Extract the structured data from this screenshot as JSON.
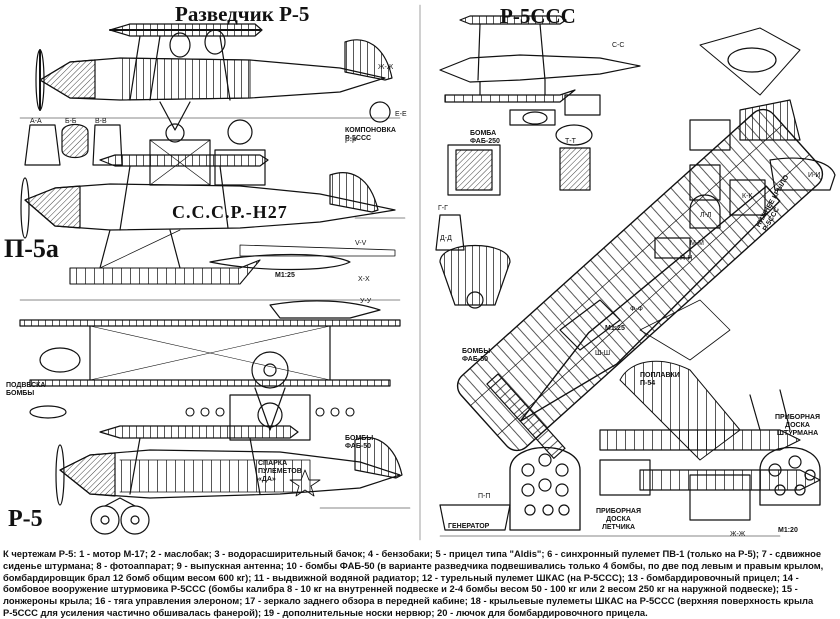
{
  "titles": {
    "razvedchik": "Разведчик Р-5",
    "r5sss": "Р-5ССС",
    "p5a": "П-5а",
    "r5": "Р-5",
    "fuselage_marking": "С.С.С.Р.-Н27"
  },
  "labels": {
    "komponovka": "КОМПОНОВКА\nР-5ССС",
    "podveska": "ПОДВЕСКА\nБОМБЫ",
    "bomby_fab50_left": "БОМБЫ\nФАБ-50",
    "sparka": "СПАРКА\nПУЛЕМЕТОВ\n«ДА»",
    "bomba_fab250": "БОМБА\nФАБ-250",
    "bomby_fab50_right": "БОМБЫ\nФАБ-50",
    "poplavki": "ПОПЛАВКИ\nП-54",
    "nizhnee_krylo": "НИЖНЕЕ КРЫЛО\nР-5ССС",
    "doska_shturmana": "ПРИБОРНАЯ\nДОСКА\nШТУРМАНА",
    "doska_letchika": "ПРИБОРНАЯ\nДОСКА\nЛЕТЧИКА",
    "generator": "ГЕНЕРАТОР",
    "m125_a": "М1:25",
    "m125_b": "М1:25",
    "m120": "М1:20"
  },
  "sections": {
    "a_a": "А-А",
    "b_b": "Б-Б",
    "v_v": "В-В",
    "g_g": "Г-Г",
    "d_d": "Д-Д",
    "zh_zh": "Ж-Ж",
    "s_s": "С-С",
    "r_r": "Р-Р",
    "e_e": "Е-Е",
    "t_t": "Т-Т",
    "i_i": "И-И",
    "k_k": "К-К",
    "l_l": "Л-Л",
    "m_m": "М-М",
    "n_n": "Н-Н",
    "p_p": "П-П",
    "sh_sh": "Ш-Ш",
    "f_f": "Ф-Ф",
    "x_x": "X-X",
    "u_u": "У-У",
    "v_v2": "V-V",
    "zhzh2": "Ж-Ж"
  },
  "caption": "К чертежам Р-5: 1 - мотор М-17; 2 - маслобак; 3 - водорасширительный бачок; 4 - бензобаки; 5 - прицел типа \"Aldis\"; 6 - синхронный пулемет ПВ-1 (только на Р-5); 7 - сдвижное сиденье штурмана; 8 - фотоаппарат; 9 - выпускная антенна; 10 - бомбы ФАБ-50 (в варианте разведчика подвешивались только 4 бомбы, по две под левым и правым крылом, бомбардировщик брал 12 бомб общим весом 600 кг); 11 - выдвижной водяной радиатор; 12 - турельный пулемет ШКАС (на Р-5ССС); 13 - бомбардировочный прицел; 14 - бомбовое вооружение штурмовика Р-5ССС (бомбы калибра 8 - 10 кг на внутренней подвеске и 2-4 бомбы весом 50 - 100 кг или 2 весом 250 кг на наружной подвеске); 15 - лонжероны крыла; 16 - тяга управления элероном; 17 - зеркало заднего обзора в передней кабине; 18 - крыльевые пулеметы ШКАС на Р-5ССС (верхняя поверхность крыла Р-5ССС для усиления частично обшивалась фанерой); 19 - дополнительные носки нервюр; 20 - лючок для бомбардировочного прицела."
}
